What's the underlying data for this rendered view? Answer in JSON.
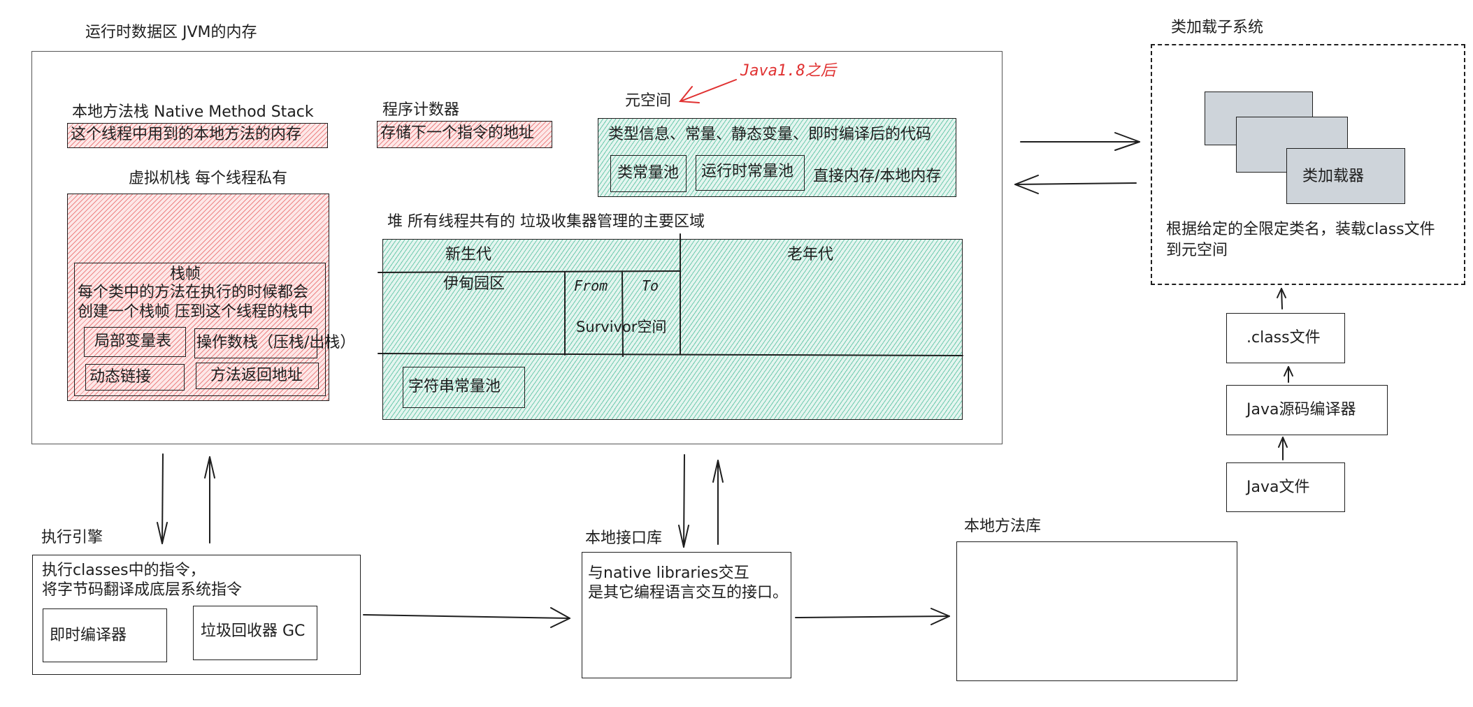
{
  "runtime_area": {
    "title": "运行时数据区 JVM的内存",
    "native_method_stack": {
      "title": "本地方法栈 Native Method Stack",
      "desc": "这个线程中用到的本地方法的内存"
    },
    "program_counter": {
      "title": "程序计数器",
      "desc": "存储下一个指令的地址"
    },
    "metaspace": {
      "annotation": "Java1.8之后",
      "title": "元空间",
      "desc": "类型信息、常量、静态变量、即时编译后的代码",
      "class_constant_pool": "类常量池",
      "runtime_constant_pool": "运行时常量池",
      "memory_note": "直接内存/本地内存"
    },
    "vm_stack": {
      "title": "虚拟机栈 每个线程私有",
      "frame": {
        "title": "栈帧",
        "desc_line1": "每个类中的方法在执行的时候都会",
        "desc_line2": "创建一个栈帧 压到这个线程的栈中",
        "local_vars": "局部变量表",
        "operand_stack": "操作数栈（压栈/出栈）",
        "dynamic_link": "动态链接",
        "return_address": "方法返回地址"
      }
    },
    "heap": {
      "title": "堆 所有线程共有的 垃圾收集器管理的主要区域",
      "young_gen": "新生代",
      "old_gen": "老年代",
      "eden": "伊甸园区",
      "from": "From",
      "to": "To",
      "survivor": "Survivor空间",
      "string_pool": "字符串常量池"
    }
  },
  "class_loader_subsystem": {
    "title": "类加载子系统",
    "loader": "类加载器",
    "desc_line1": "根据给定的全限定类名，装载class文件",
    "desc_line2": "到元空间"
  },
  "pipeline": {
    "class_file": ".class文件",
    "compiler": "Java源码编译器",
    "java_file": "Java文件"
  },
  "execution_engine": {
    "title": "执行引擎",
    "desc_line1": "执行classes中的指令，",
    "desc_line2": "将字节码翻译成底层系统指令",
    "jit": "即时编译器",
    "gc": "垃圾回收器 GC"
  },
  "native_interface": {
    "title": "本地接口库",
    "desc_line1": "与native libraries交互",
    "desc_line2": "是其它编程语言交互的接口。"
  },
  "native_library": {
    "title": "本地方法库"
  },
  "colors": {
    "stroke": "#1e1e1e",
    "red_hatch": "#e03131",
    "green_hatch": "#0ca678",
    "loader_fill": "#ced4da"
  }
}
